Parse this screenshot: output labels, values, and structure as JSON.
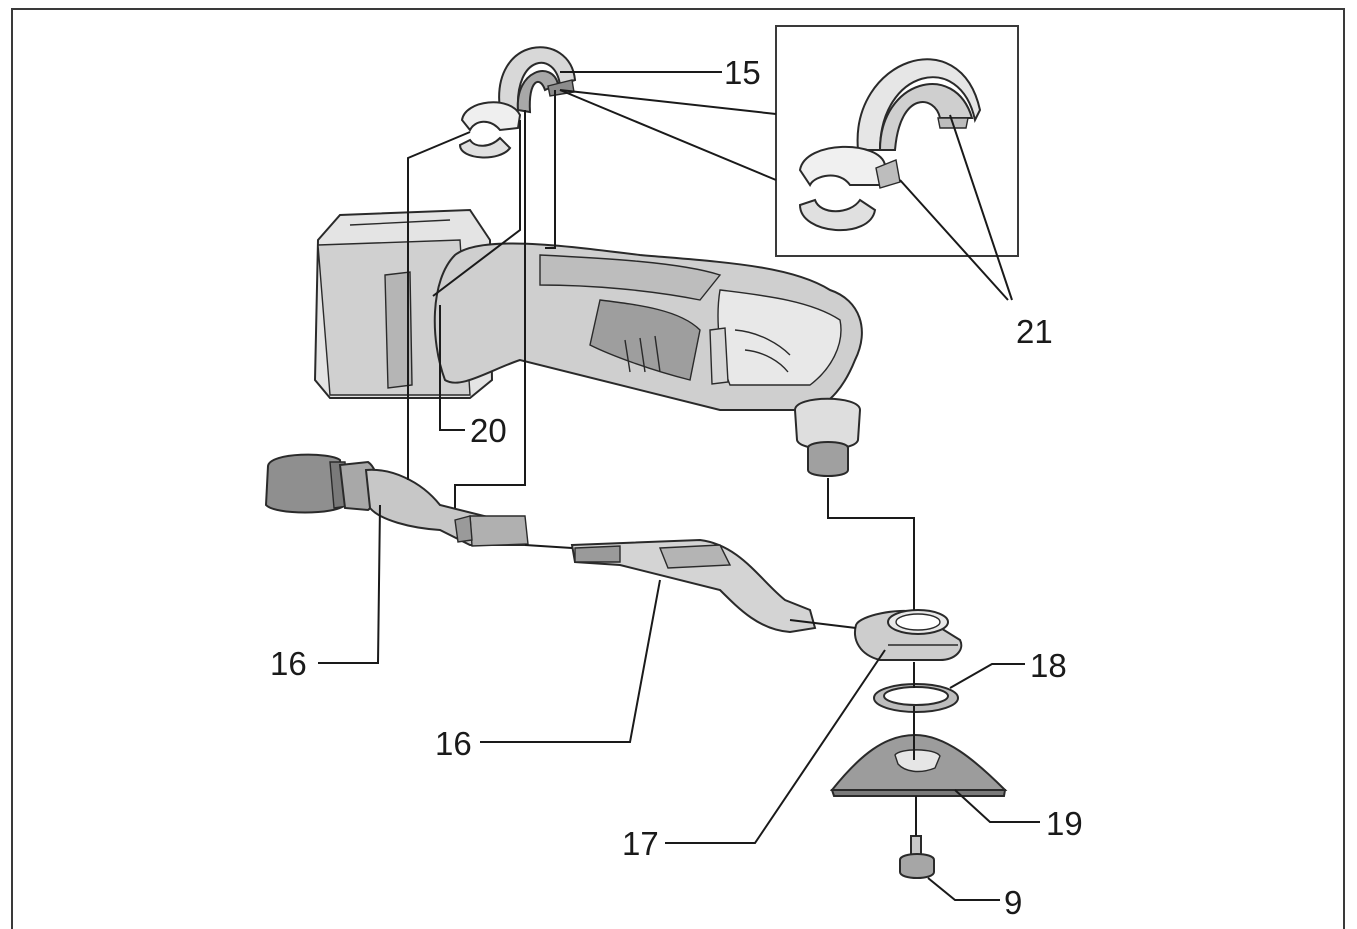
{
  "callouts": {
    "c15": "15",
    "c21": "21",
    "c20": "20",
    "c16a": "16",
    "c16b": "16",
    "c18": "18",
    "c19": "19",
    "c17": "17",
    "c9": "9"
  },
  "colors": {
    "outline": "#2a2a2a",
    "body_light": "#dcdcdc",
    "body_mid": "#b8b8b8",
    "body_dark": "#8c8c8c",
    "background": "#ffffff"
  }
}
